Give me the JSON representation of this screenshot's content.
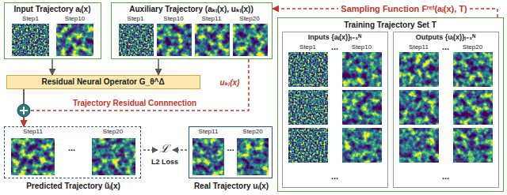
{
  "diagram": {
    "nodes": [
      {
        "text": [
          "Input Trajectory aᵢ(x)",
          "Step1",
          "Step10"
        ]
      },
      {
        "text": [
          "Auxiliary Trajectory (aₖᵢ(x), uₖᵢ(x))",
          "Step1",
          "Step10",
          "Step11",
          "Step20"
        ]
      },
      {
        "text": [
          "Training Trajectory Set T"
        ]
      },
      {
        "text": [
          "Inputs {aᵢ(x)}ᵢ₌₁ᴺ",
          "Step1",
          "...",
          "Step10",
          "..."
        ],
        "in": 2
      },
      {
        "text": [
          "Outputs {uᵢ(x)}ᵢ₌₁ᴺ",
          "Step11",
          "...",
          "Step20",
          "..."
        ],
        "in": 2
      },
      {
        "text": [
          "Residual Neural Operator G_θ^Δ"
        ]
      },
      {
        "text": [
          "Step11",
          "...",
          "Step20",
          "Predicted Trajectory ũᵢ(x)"
        ]
      },
      {
        "text": [
          "Step11",
          "...",
          "Step20",
          "Real Trajectory uᵢ(x)"
        ]
      }
    ],
    "edges": [
      {
        "from": 0,
        "to": 5,
        "arrow": "to"
      },
      {
        "from": 1,
        "to": 5,
        "arrow": "to"
      },
      {
        "from": 2,
        "to": 1,
        "arrow": "to",
        "label": "Sampling Function Fʳᵉᵗ(aᵢ(x), T)"
      },
      {
        "from": 5,
        "to": 6,
        "arrow": "to"
      },
      {
        "from": 1,
        "to": 6,
        "arrow": "to",
        "label": "uₖᵢ(x)"
      }
    ],
    "labels": [
      "Trajectory Residual Connnection",
      "ℒ",
      "L2 Loss"
    ]
  }
}
